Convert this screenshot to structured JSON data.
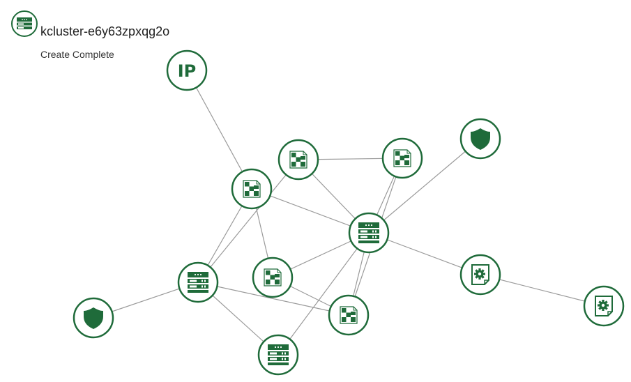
{
  "stack": {
    "name": "kcluster-e6y63zpxqg2o",
    "status": "Create Complete",
    "icon": "server-icon"
  },
  "colors": {
    "accent": "#1f6b3a",
    "edge": "#9a9a9a"
  },
  "ip_label": "IP",
  "nodes": [
    {
      "id": "ip",
      "type": "floating-ip",
      "icon": "ip-icon"
    },
    {
      "id": "net1",
      "type": "network",
      "icon": "network-icon"
    },
    {
      "id": "net2",
      "type": "network",
      "icon": "network-icon"
    },
    {
      "id": "net3",
      "type": "network",
      "icon": "network-icon"
    },
    {
      "id": "shield1",
      "type": "security-group",
      "icon": "shield-icon"
    },
    {
      "id": "server-main",
      "type": "server",
      "icon": "server-icon"
    },
    {
      "id": "server-left",
      "type": "server",
      "icon": "server-icon"
    },
    {
      "id": "net4",
      "type": "network",
      "icon": "network-icon"
    },
    {
      "id": "net5",
      "type": "network",
      "icon": "network-icon"
    },
    {
      "id": "config1",
      "type": "software-config",
      "icon": "gear-doc-icon"
    },
    {
      "id": "config2",
      "type": "software-config",
      "icon": "gear-doc-icon"
    },
    {
      "id": "shield2",
      "type": "security-group",
      "icon": "shield-icon"
    },
    {
      "id": "server-bottom",
      "type": "server",
      "icon": "server-icon"
    }
  ],
  "edges": [
    [
      "ip",
      "net1"
    ],
    [
      "net1",
      "server-main"
    ],
    [
      "net1",
      "net4"
    ],
    [
      "net1",
      "server-left"
    ],
    [
      "net2",
      "net3"
    ],
    [
      "net2",
      "server-main"
    ],
    [
      "net2",
      "server-left"
    ],
    [
      "net3",
      "server-main"
    ],
    [
      "net3",
      "net5"
    ],
    [
      "shield1",
      "server-main"
    ],
    [
      "server-main",
      "config1"
    ],
    [
      "server-main",
      "net4"
    ],
    [
      "server-main",
      "net5"
    ],
    [
      "server-main",
      "server-bottom"
    ],
    [
      "config1",
      "config2"
    ],
    [
      "server-left",
      "shield2"
    ],
    [
      "server-left",
      "net5"
    ],
    [
      "server-left",
      "server-bottom"
    ],
    [
      "net4",
      "net5"
    ]
  ]
}
